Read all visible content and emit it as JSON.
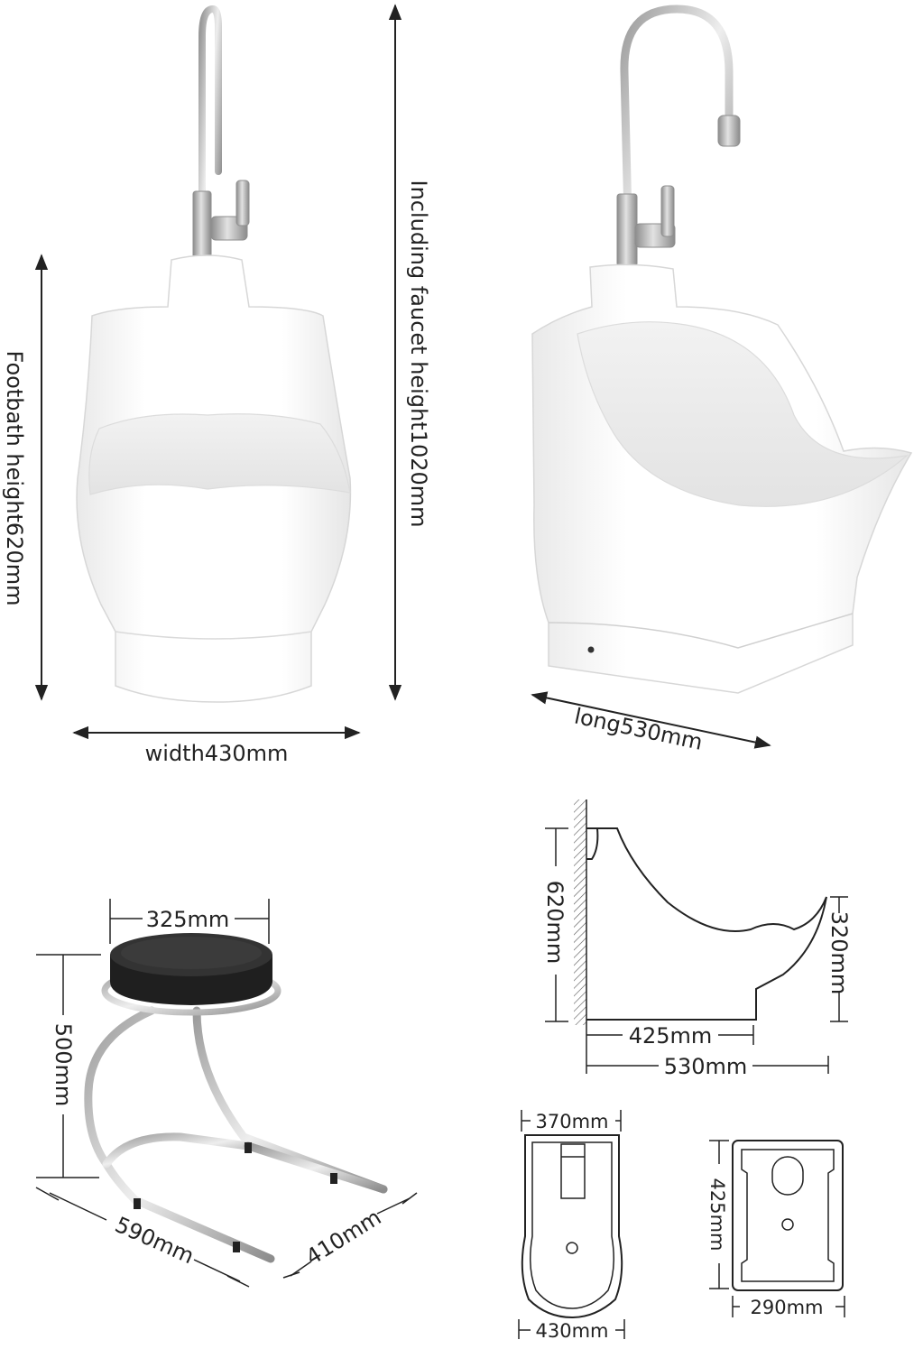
{
  "front_view": {
    "width_label": "width430mm",
    "footbath_height_label": "Footbath height620mm",
    "total_height_label": "Including faucet height1020mm"
  },
  "side_view": {
    "length_label": "long530mm"
  },
  "stool": {
    "seat_diameter_label": "325mm",
    "height_label": "500mm",
    "depth_label": "590mm",
    "width_label": "410mm"
  },
  "profile_drawing": {
    "height_label": "620mm",
    "rim_height_label": "320mm",
    "base_length_label": "425mm",
    "total_length_label": "530mm"
  },
  "top_view": {
    "top_width_label": "370mm",
    "bottom_width_label": "430mm"
  },
  "bottom_view": {
    "depth_label": "425mm",
    "width_label": "290mm"
  },
  "colors": {
    "porcelain": "#ffffff",
    "steel": "#b8b8b8",
    "seat": "#222222",
    "line": "#222222"
  }
}
